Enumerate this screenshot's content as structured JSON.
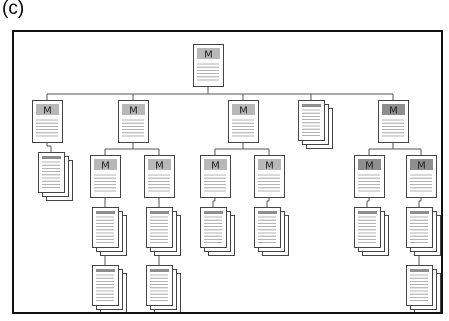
{
  "figure": {
    "panel_label": "(c)"
  },
  "colors": {
    "frame": "#111111",
    "connector": "#555555",
    "page_border": "#444444",
    "page_fill": "#ffffff",
    "header_fill": "#b8b8b8",
    "header_fill_dark": "#8e8e8e",
    "line": "#9a9a9a"
  },
  "nodes": [
    {
      "id": "root",
      "kind": "master",
      "label": "M",
      "dark": false
    },
    {
      "id": "c1",
      "kind": "master",
      "label": "M",
      "dark": false
    },
    {
      "id": "c2",
      "kind": "master",
      "label": "M",
      "dark": false
    },
    {
      "id": "c3",
      "kind": "master",
      "label": "M",
      "dark": false
    },
    {
      "id": "c4",
      "kind": "stack"
    },
    {
      "id": "c5",
      "kind": "master",
      "label": "M",
      "dark": true
    },
    {
      "id": "c1s",
      "kind": "stack"
    },
    {
      "id": "g2a",
      "kind": "master",
      "label": "M",
      "dark": false
    },
    {
      "id": "g2b",
      "kind": "master",
      "label": "M",
      "dark": false
    },
    {
      "id": "g3a",
      "kind": "master",
      "label": "M",
      "dark": false
    },
    {
      "id": "g3b",
      "kind": "master",
      "label": "M",
      "dark": false
    },
    {
      "id": "g5a",
      "kind": "master",
      "label": "M",
      "dark": true
    },
    {
      "id": "g5b",
      "kind": "master",
      "label": "M",
      "dark": true
    },
    {
      "id": "g2a_s1",
      "kind": "stack"
    },
    {
      "id": "g2b_s1",
      "kind": "stack"
    },
    {
      "id": "g3a_s1",
      "kind": "stack"
    },
    {
      "id": "g3b_s1",
      "kind": "stack"
    },
    {
      "id": "g5a_s1",
      "kind": "stack"
    },
    {
      "id": "g5b_s1",
      "kind": "stack"
    },
    {
      "id": "g2a_s2",
      "kind": "stack"
    },
    {
      "id": "g2b_s2",
      "kind": "stack"
    },
    {
      "id": "g5b_s2",
      "kind": "stack"
    }
  ],
  "edges": [
    [
      "root",
      "c1"
    ],
    [
      "root",
      "c2"
    ],
    [
      "root",
      "c3"
    ],
    [
      "root",
      "c4"
    ],
    [
      "root",
      "c5"
    ],
    [
      "c1",
      "c1s"
    ],
    [
      "c2",
      "g2a"
    ],
    [
      "c2",
      "g2b"
    ],
    [
      "c3",
      "g3a"
    ],
    [
      "c3",
      "g3b"
    ],
    [
      "c5",
      "g5a"
    ],
    [
      "c5",
      "g5b"
    ],
    [
      "g2a",
      "g2a_s1"
    ],
    [
      "g2b",
      "g2b_s1"
    ],
    [
      "g3a",
      "g3a_s1"
    ],
    [
      "g3b",
      "g3b_s1"
    ],
    [
      "g5a",
      "g5a_s1"
    ],
    [
      "g5b",
      "g5b_s1"
    ],
    [
      "g2a_s1",
      "g2a_s2"
    ],
    [
      "g2b_s1",
      "g2b_s2"
    ],
    [
      "g5b_s1",
      "g5b_s2"
    ]
  ]
}
